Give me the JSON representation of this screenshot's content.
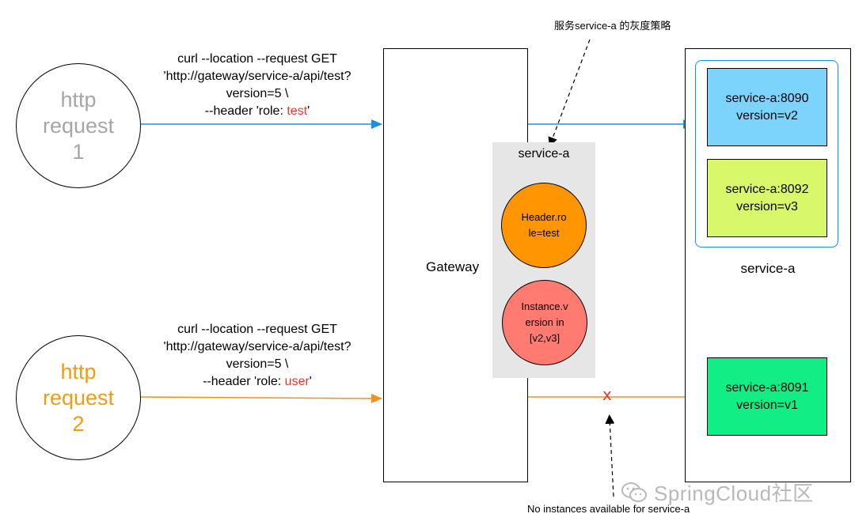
{
  "colors": {
    "blue_arrow": "#1a8fe3",
    "orange_arrow": "#f5901f",
    "request1_text": "#a6a6a6",
    "request2_text": "#f39c12",
    "role_value": "#e8392a",
    "gateway_panel": "#e6e6e6",
    "header_rule": "#ff9500",
    "instance_rule": "#ff7b72",
    "v2": "#7cd4fd",
    "v3": "#d9f76a",
    "v1": "#11ee85"
  },
  "requests": [
    {
      "lines": [
        "http",
        "request",
        "1"
      ],
      "curl": {
        "line1": "curl --location --request GET",
        "line2": "'http://gateway/service-a/api/test?",
        "line3": "version=5 \\",
        "line4_prefix": "--header 'role: ",
        "role_value": "test",
        "line4_suffix": "'"
      }
    },
    {
      "lines": [
        "http",
        "request",
        "2"
      ],
      "curl": {
        "line1": "curl --location --request GET",
        "line2": "'http://gateway/service-a/api/test?",
        "line3": "version=5 \\",
        "line4_prefix": "--header 'role: ",
        "role_value": "user",
        "line4_suffix": "'"
      }
    }
  ],
  "gateway": {
    "label": "Gateway",
    "policy_title": "service-a",
    "rules": [
      {
        "lines": [
          "Header.ro",
          "le=test"
        ]
      },
      {
        "lines": [
          "Instance.v",
          "ersion in",
          "[v2,v3]"
        ]
      }
    ]
  },
  "service": {
    "group_label": "service-a",
    "instances": [
      {
        "addr": "service-a:8090",
        "version": "version=v2"
      },
      {
        "addr": "service-a:8092",
        "version": "version=v3"
      },
      {
        "addr": "service-a:8091",
        "version": "version=v1"
      }
    ]
  },
  "annotations": {
    "top": "服务service-a 的灰度策略",
    "bottom": "No instances available for service-a",
    "blocked_mark": "x"
  },
  "watermark": "SpringCloud社区"
}
